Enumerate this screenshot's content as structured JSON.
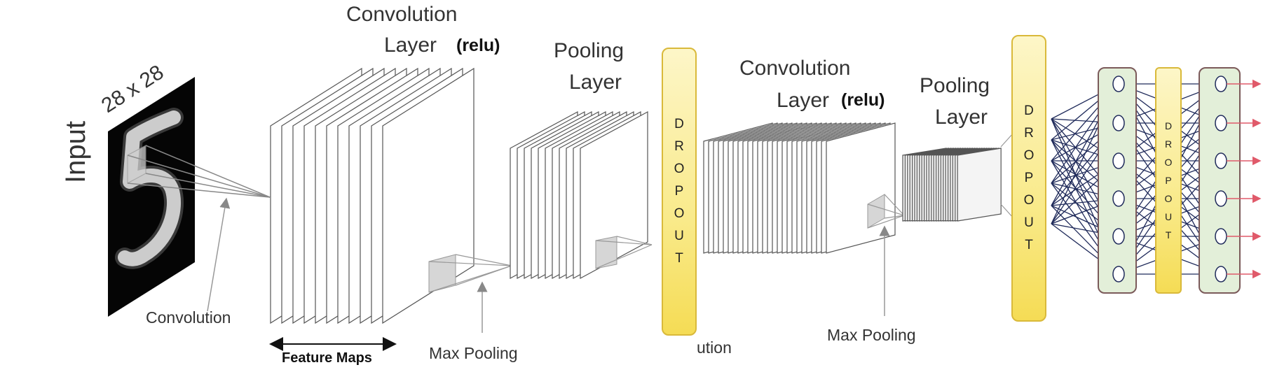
{
  "labels": {
    "input": "Input",
    "input_size": "28 x 28",
    "conv1_title_line1": "Convolution",
    "conv1_title_line2": "Layer",
    "conv1_relu": "(relu)",
    "pool1_line1": "Pooling",
    "pool1_line2": "Layer",
    "conv2_title_line1": "Convolution",
    "conv2_title_line2": "Layer",
    "conv2_relu": "(relu)",
    "pool2_line1": "Pooling",
    "pool2_line2": "Layer",
    "convolution": "Convolution",
    "feature_maps": "Feature Maps",
    "max_pooling_1": "Max Pooling",
    "ution": "ution",
    "max_pooling_2": "Max Pooling"
  },
  "dropout_letters": [
    "D",
    "R",
    "O",
    "P",
    "O",
    "U",
    "T"
  ],
  "colors": {
    "dropout_fill": "#f9ea8a",
    "dropout_border": "#d9b93a",
    "dense_fill": "#e3efd9",
    "dense_border": "#7b5a5a",
    "connection": "#1f2a5a",
    "output_arrow": "#e05a6a"
  },
  "dense_network": {
    "layer1_nodes": 6,
    "layer2_nodes": 6,
    "outputs": 6
  }
}
